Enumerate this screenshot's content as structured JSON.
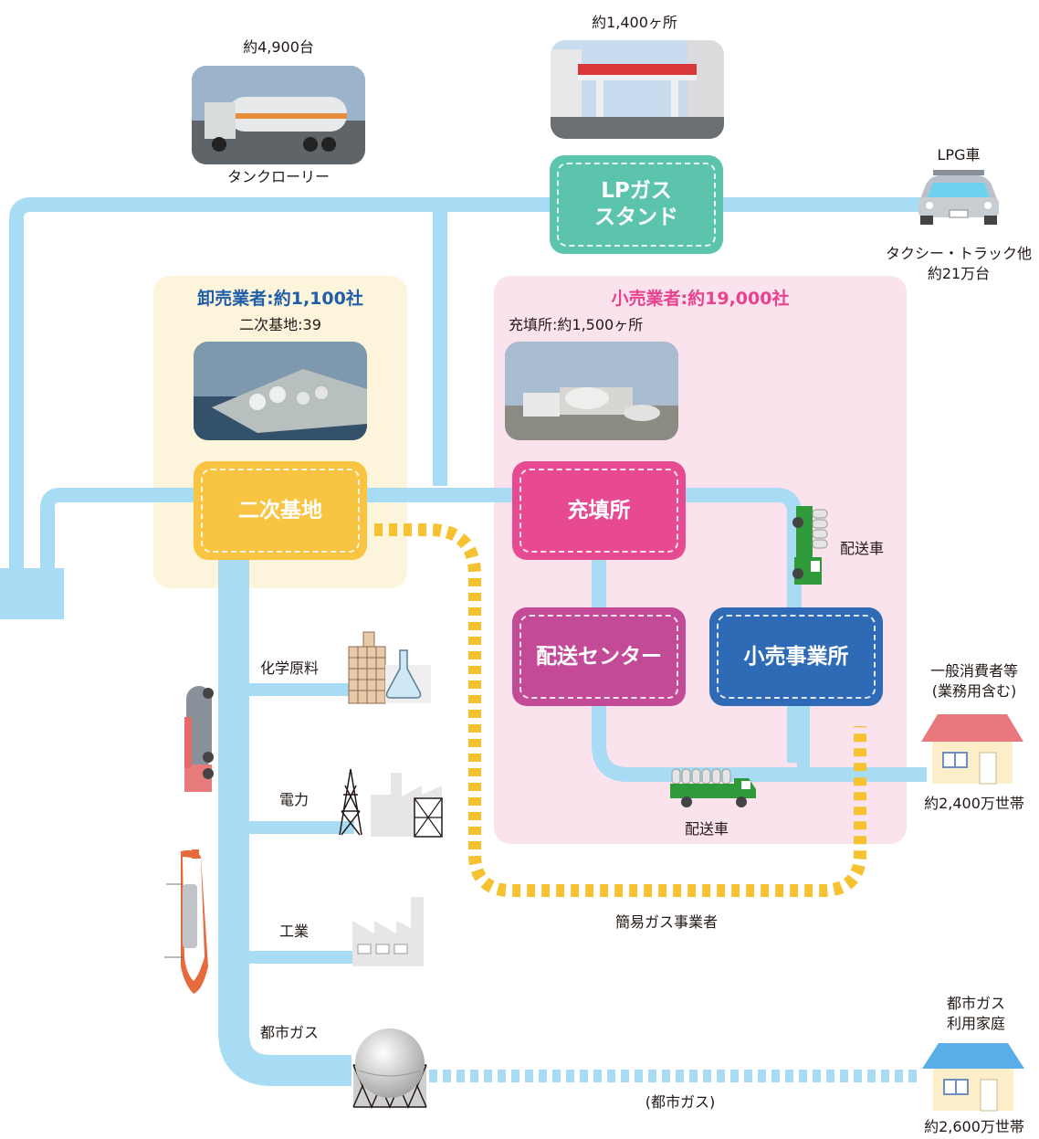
{
  "colors": {
    "pipe": "#a8dcf4",
    "dotted_yellow": "#f6c232",
    "dotted_blue": "#a8dcf4",
    "wholesale_bg": "#fdf4dc",
    "retail_bg": "#fbe3ee",
    "lp_stand": "#5cc4ad",
    "secondary_base": "#f8c441",
    "filling_station": "#e84a92",
    "delivery_center": "#c34a96",
    "retail_office": "#2f6ab6",
    "wholesale_title": "#1f5ea8",
    "retail_title": "#e8428e"
  },
  "top": {
    "tank_lorry": {
      "count": "約4,900台",
      "caption": "タンクローリー"
    },
    "gas_stand_count": "約1,400ヶ所",
    "lp_stand_box": "LPガス\nスタンド",
    "lpg_car": {
      "title": "LPG車",
      "caption_line1": "タクシー・トラック他",
      "caption_line2": "約21万台"
    }
  },
  "wholesale": {
    "title": "卸売業者:約1,100社",
    "base_count": "二次基地:39",
    "box": "二次基地"
  },
  "retail": {
    "title": "小売業者:約19,000社",
    "filling_count": "充填所:約1,500ヶ所",
    "filling_box": "充填所",
    "delivery_center_box": "配送センター",
    "retail_office_box": "小売事業所",
    "delivery_truck_upper": "配送車",
    "delivery_truck_lower": "配送車"
  },
  "consumers": {
    "general_line1": "一般消費者等",
    "general_line2": "(業務用含む)",
    "general_count": "約2,400万世帯",
    "simple_gas": "簡易ガス事業者",
    "city_gas_home_line1": "都市ガス",
    "city_gas_home_line2": "利用家庭",
    "city_gas_count": "約2,600万世帯",
    "city_gas_paren": "(都市ガス)"
  },
  "industry": {
    "chemical": "化学原料",
    "power": "電力",
    "industrial": "工業",
    "city_gas": "都市ガス"
  },
  "icons": {
    "tank_lorry_photo": "tank-lorry-photo",
    "gas_stand_photo": "gas-stand-photo",
    "secondary_base_photo": "secondary-base-photo",
    "filling_station_photo": "filling-station-photo",
    "lpg_car": "car-icon",
    "truck_upper": "delivery-truck-icon",
    "truck_lower": "delivery-truck-icon",
    "house_general": "house-icon",
    "house_city_gas": "house-icon",
    "chemical_plant": "chemical-plant-icon",
    "power_plant": "power-plant-icon",
    "factory": "factory-icon",
    "gas_holder": "gas-holder-icon",
    "tanker_ship": "tanker-ship-icon",
    "rail_tank_car": "rail-tank-car-icon"
  }
}
